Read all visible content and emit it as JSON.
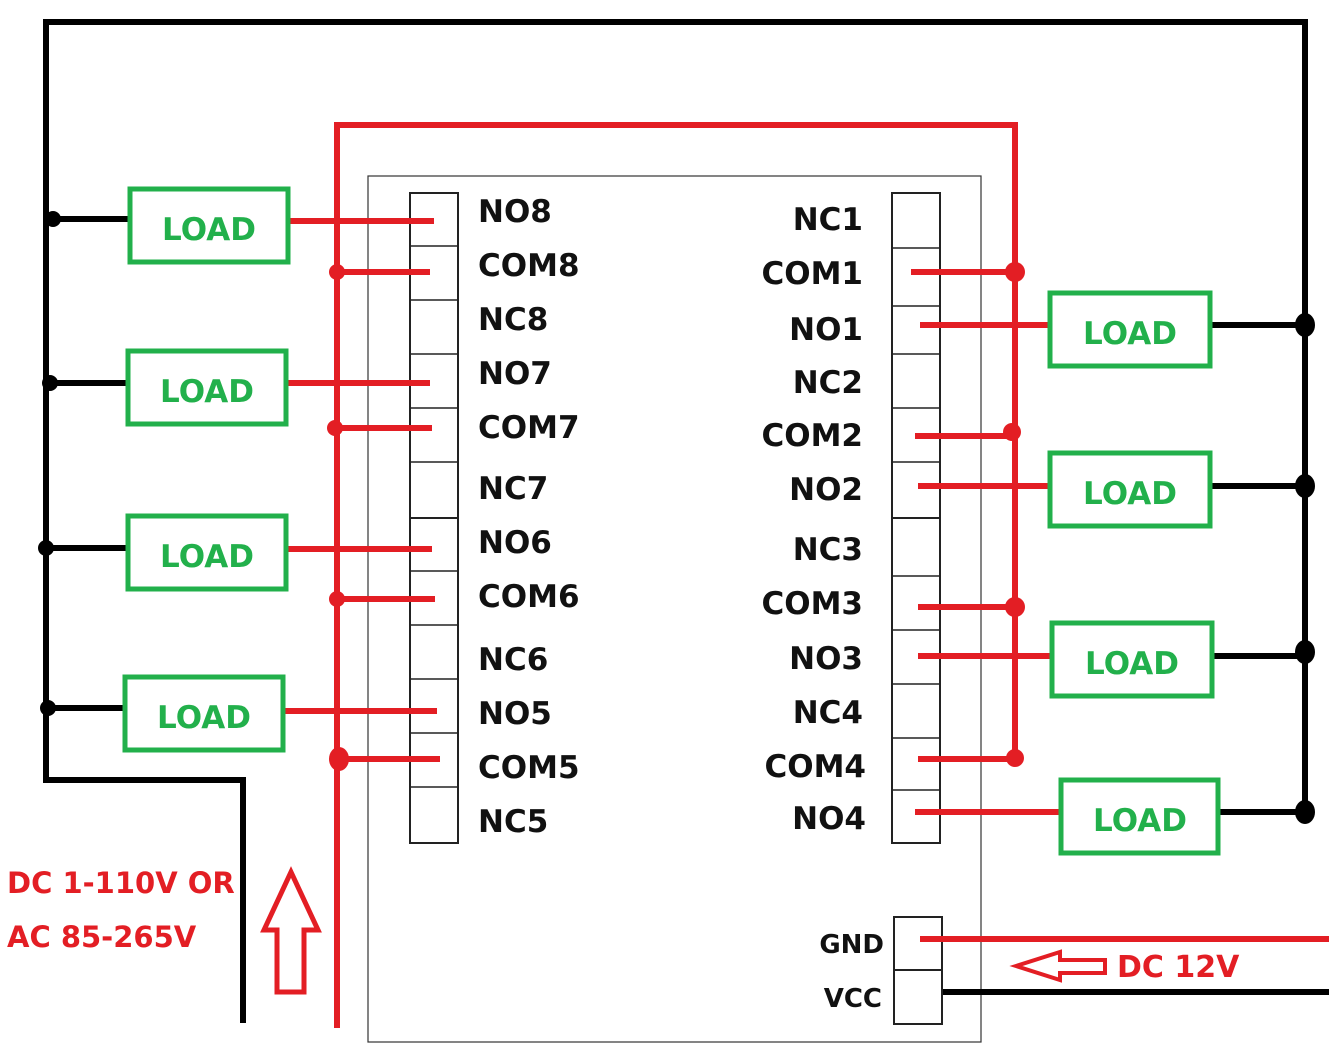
{
  "colors": {
    "live_wire": "#e31e24",
    "neutral_wire": "#000000",
    "load_box": "#22b04b",
    "label_red": "#e31e24",
    "label_black": "#111111"
  },
  "left_terminals": [
    "NO8",
    "COM8",
    "NC8",
    "NO7",
    "COM7",
    "NC7",
    "NO6",
    "COM6",
    "NC6",
    "NO5",
    "COM5",
    "NC5"
  ],
  "right_terminals": [
    "NC1",
    "COM1",
    "NO1",
    "NC2",
    "COM2",
    "NO2",
    "NC3",
    "COM3",
    "NO3",
    "NC4",
    "COM4",
    "NO4"
  ],
  "loads": {
    "left": [
      "LOAD",
      "LOAD",
      "LOAD",
      "LOAD"
    ],
    "right": [
      "LOAD",
      "LOAD",
      "LOAD",
      "LOAD"
    ]
  },
  "power_terminals": [
    "GND",
    "VCC"
  ],
  "supply": {
    "line1": "DC 1-110V OR",
    "line2": "AC 85-265V"
  },
  "dc_input": "DC 12V"
}
